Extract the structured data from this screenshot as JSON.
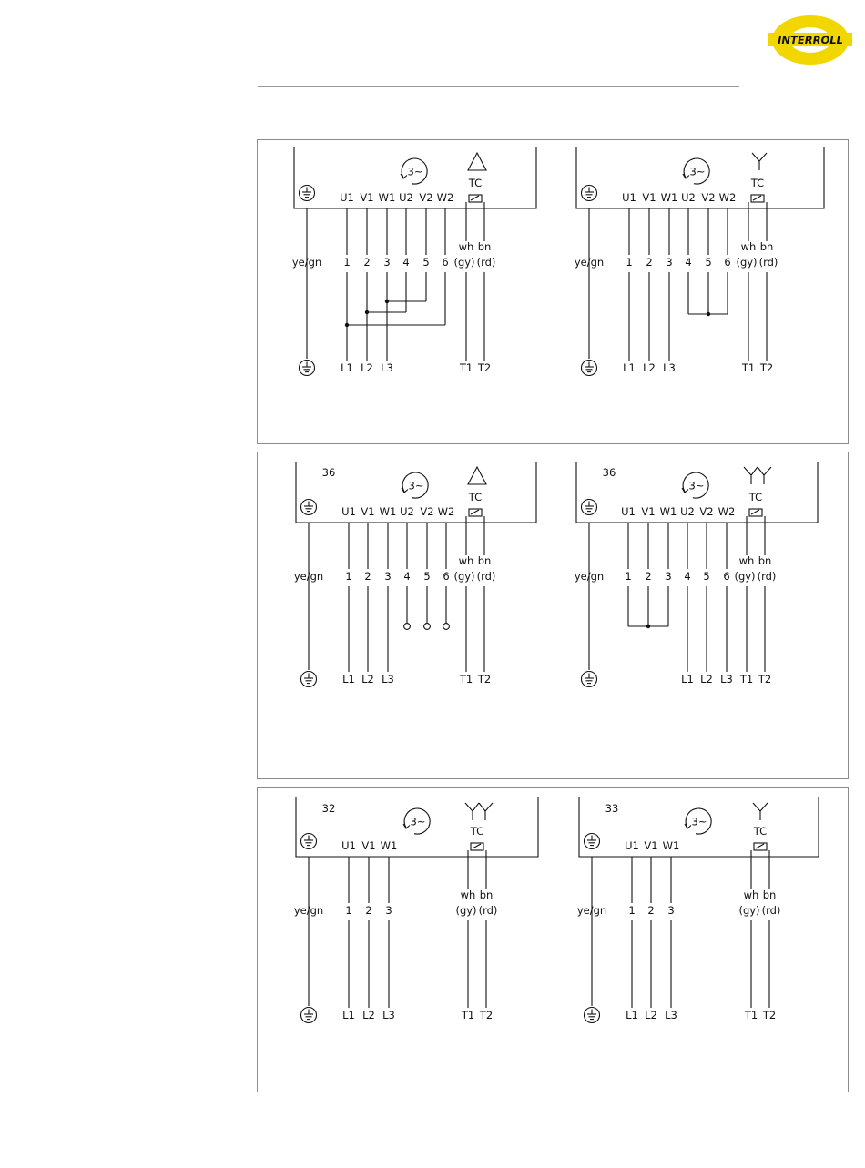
{
  "logo": {
    "text": "INTERROLL",
    "ring_color": "#f2d600",
    "text_color": "#1a1a1a"
  },
  "symbols": {
    "rotation": "3~",
    "tc": "TC",
    "earth_wire": "ye/gn"
  },
  "wires": {
    "wh": "wh",
    "bn": "bn",
    "gy": "(gy)",
    "rd": "(rd)",
    "t1": "T1",
    "t2": "T2"
  },
  "terminals": [
    "U1",
    "V1",
    "W1",
    "U2",
    "V2",
    "W2"
  ],
  "terminals_3": [
    "U1",
    "V1",
    "W1"
  ],
  "wire_numbers": [
    "1",
    "2",
    "3",
    "4",
    "5",
    "6"
  ],
  "lines": [
    "L1",
    "L2",
    "L3"
  ],
  "diagrams": [
    {
      "id": "delta-6",
      "number": "",
      "connection": "delta"
    },
    {
      "id": "star-6",
      "number": "",
      "connection": "star"
    },
    {
      "id": "delta-36",
      "number": "36",
      "connection": "delta"
    },
    {
      "id": "double-star-36",
      "number": "36",
      "connection": "double-star"
    },
    {
      "id": "double-star-32",
      "number": "32",
      "connection": "double-star"
    },
    {
      "id": "star-33",
      "number": "33",
      "connection": "star"
    }
  ]
}
